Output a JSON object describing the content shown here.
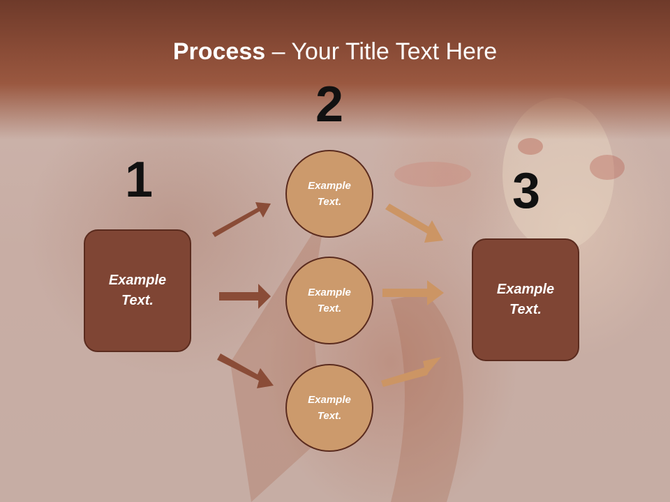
{
  "title": {
    "bold": "Process",
    "rest": " – Your Title Text Here"
  },
  "steps": {
    "one": "1",
    "two": "2",
    "three": "3"
  },
  "left_box": {
    "text": "Example Text."
  },
  "right_box": {
    "text": "Example Text."
  },
  "circles": [
    {
      "text": "Example Text."
    },
    {
      "text": "Example Text."
    },
    {
      "text": "Example Text."
    }
  ],
  "colors": {
    "title_bar": "#894b36",
    "box_fill": "#7f4534",
    "circle_fill": "#cc9a6c",
    "arrow_dark": "#8a4c37",
    "arrow_light": "#cc9564"
  }
}
